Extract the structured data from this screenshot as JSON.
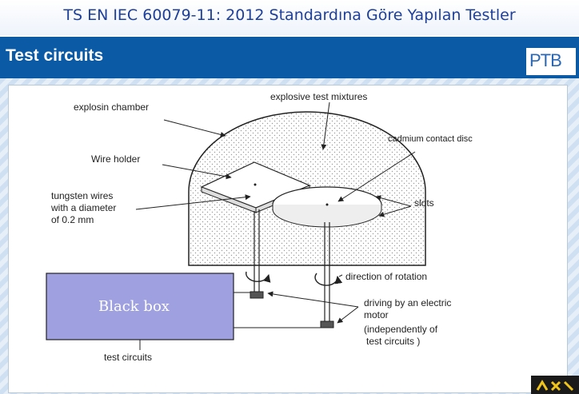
{
  "header": {
    "title": "TS EN IEC 60079-11: 2012 Standardına Göre Yapılan Testler"
  },
  "section": {
    "title": "Test circuits"
  },
  "logo": {
    "text": "PTB"
  },
  "diagram": {
    "labels": {
      "explosion_chamber": "explosin chamber",
      "explosive_mixtures": "explosive test mixtures",
      "cadmium_disc": "cadmium contact disc",
      "wire_holder": "Wire holder",
      "tungsten_1": "tungsten wires",
      "tungsten_2": "with a diameter",
      "tungsten_3": "of 0.2 mm",
      "slots": "slots",
      "rotation": "direction of rotation",
      "motor_1": "driving by an electric",
      "motor_2": "motor",
      "independent_1": "(independently of",
      "independent_2": "test circuits )",
      "black_box": "Black box",
      "test_circuits": "test circuits"
    },
    "colors": {
      "black_box_fill": "#9fa0e0",
      "chamber_dots": "#9a9a9a",
      "band": "#0b5aa6"
    }
  }
}
